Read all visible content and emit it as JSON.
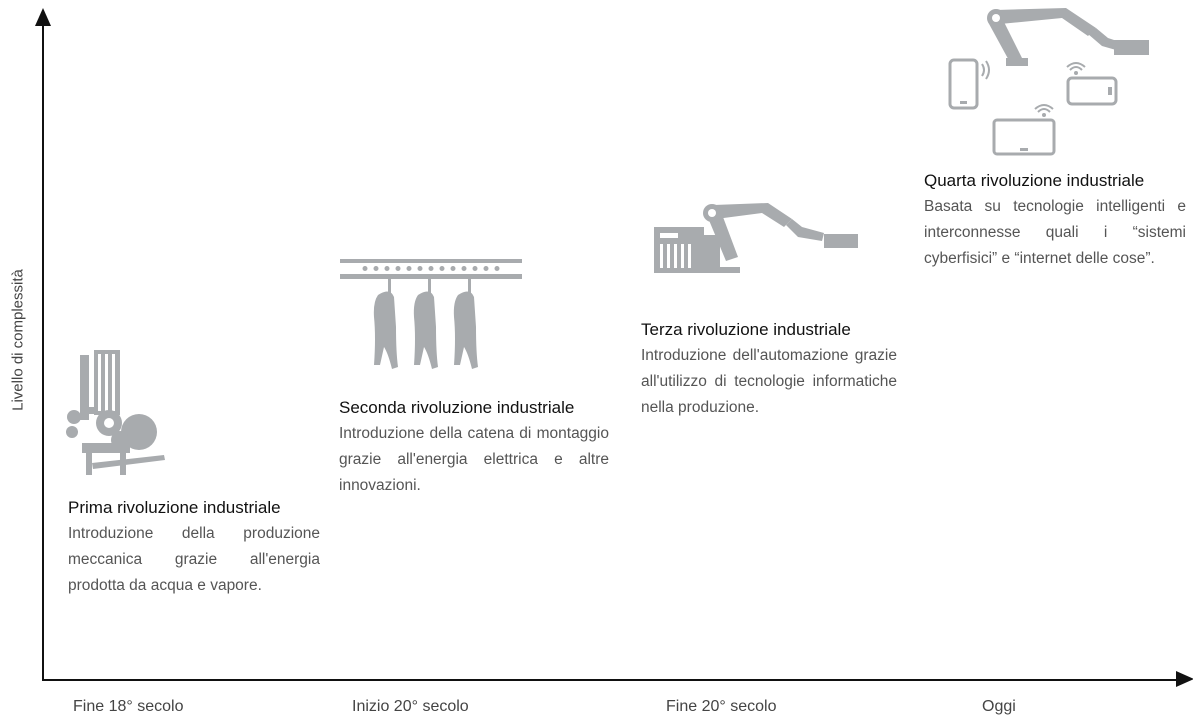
{
  "y_axis": {
    "label": "Livello di complessità"
  },
  "x_axis": {
    "ticks": [
      "Fine 18° secolo",
      "Inizio 20° secolo",
      "Fine 20° secolo",
      "Oggi"
    ]
  },
  "stages": [
    {
      "title": "Prima rivoluzione industriale",
      "text": "Introduzione della produzione meccanica grazie all'energia prodotta da acqua e vapore.",
      "icon": "steam-machine-icon"
    },
    {
      "title": "Seconda rivoluzione industriale",
      "text": "Introduzione della catena di montaggio grazie all'energia elettrica e altre innovazioni.",
      "icon": "assembly-line-icon"
    },
    {
      "title": "Terza rivoluzione industriale",
      "text": "Introduzione dell'automazione grazie all'utilizzo di tecnologie informatiche nella produzione.",
      "icon": "robot-arm-computer-icon"
    },
    {
      "title": "Quarta rivoluzione industriale",
      "text": "Basata su tecnologie intelligenti e interconnesse quali i “sistemi cyberfisici” e “internet delle cose”.",
      "icon": "connected-devices-icon"
    }
  ],
  "colors": {
    "icon": "#a8abae",
    "axis": "#111111",
    "title": "#111111",
    "text": "#555555"
  }
}
